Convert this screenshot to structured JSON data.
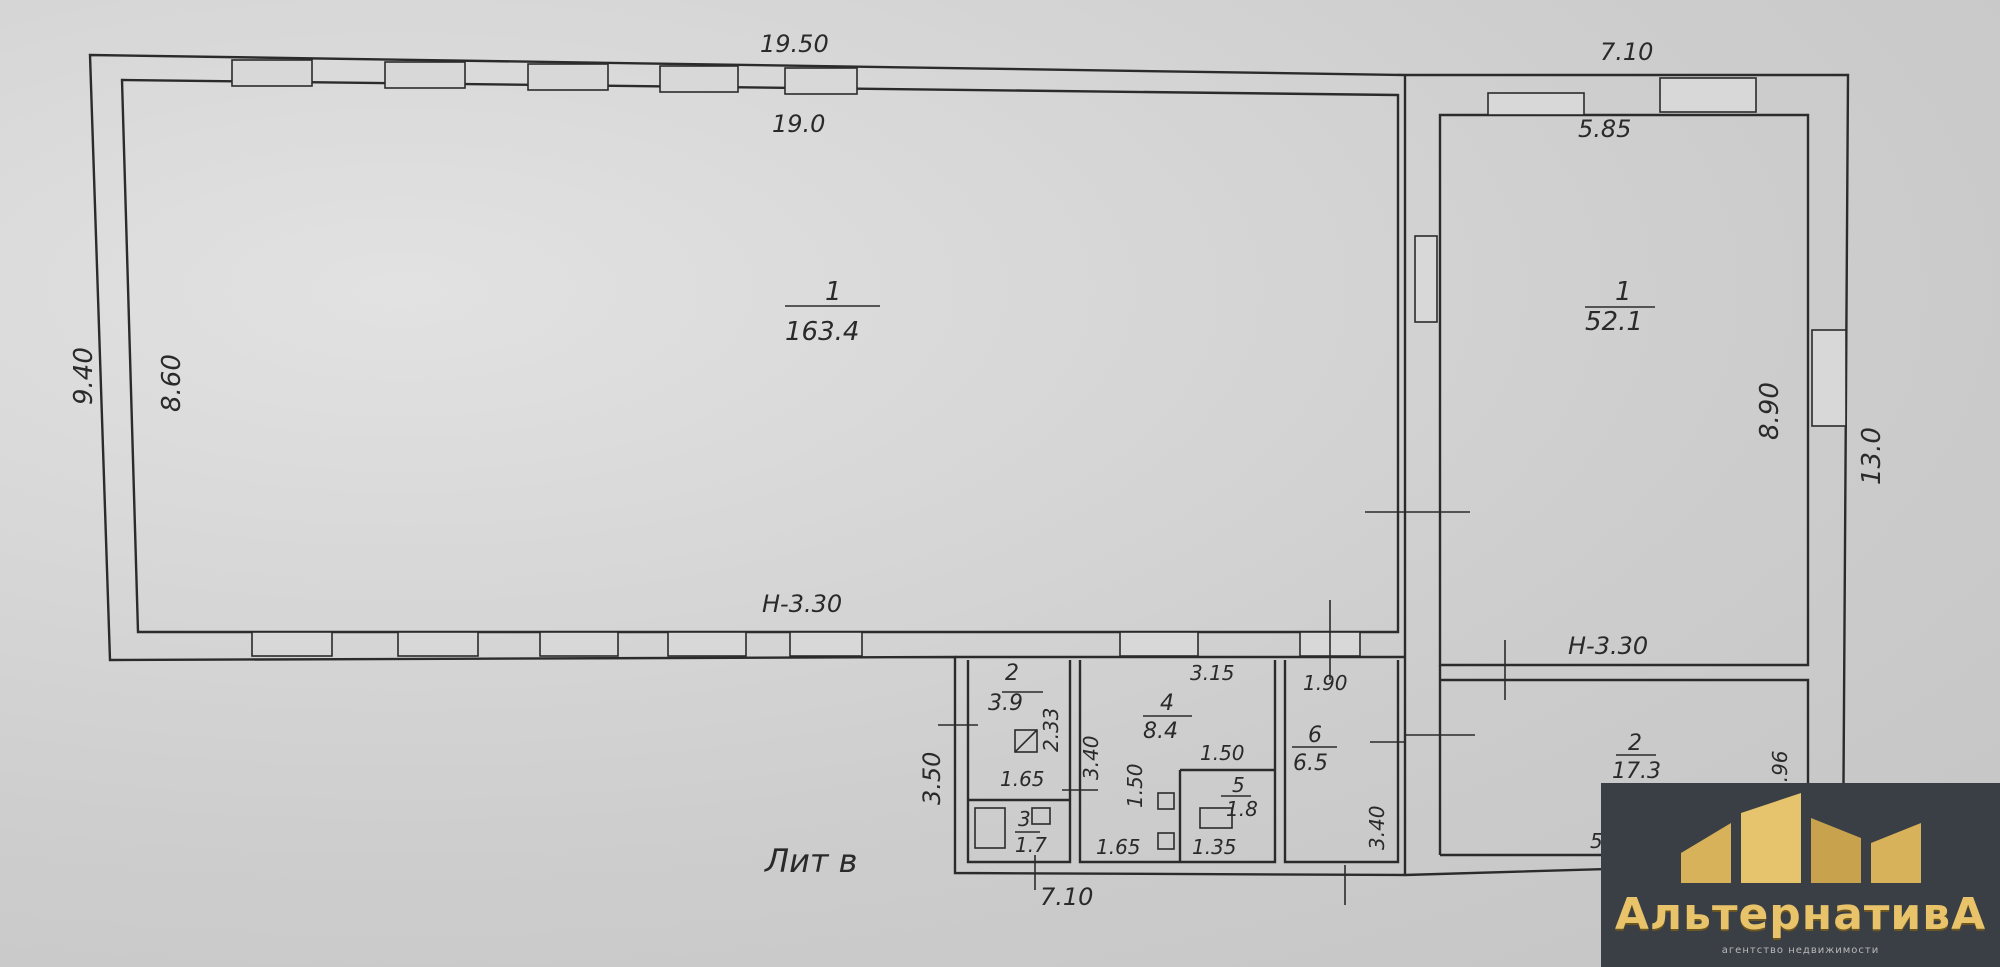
{
  "plan": {
    "title": "Лит в",
    "dimensions": {
      "top_outer_left": "19.50",
      "top_outer_right": "7.10",
      "top_inner_left": "19.0",
      "top_inner_right": "5.85",
      "left_outer": "9.40",
      "left_inner": "8.60",
      "right_inner": "8.90",
      "right_outer": "13.0",
      "height_left": "Н-3.30",
      "height_right": "Н-3.30",
      "bottom_outer": "7.10",
      "annex_left": "3.50"
    },
    "rooms": [
      {
        "number": "1",
        "area": "163.4"
      },
      {
        "number": "1",
        "area": "52.1"
      },
      {
        "number": "2",
        "area": "3.9"
      },
      {
        "number": "3",
        "area": "1.7"
      },
      {
        "number": "4",
        "area": "8.4"
      },
      {
        "number": "5",
        "area": "1.8"
      },
      {
        "number": "6",
        "area": "6.5"
      },
      {
        "number": "2",
        "area": "17.3"
      }
    ],
    "small_dims": [
      "2.33",
      "1.65",
      "3.40",
      "3.15",
      "1.50",
      "1.50",
      "1.65",
      "1.35",
      "1.90",
      "3.40",
      "5.96",
      "5"
    ]
  },
  "logo": {
    "brand": "АльтернативА",
    "tagline": "агентство недвижимости"
  }
}
